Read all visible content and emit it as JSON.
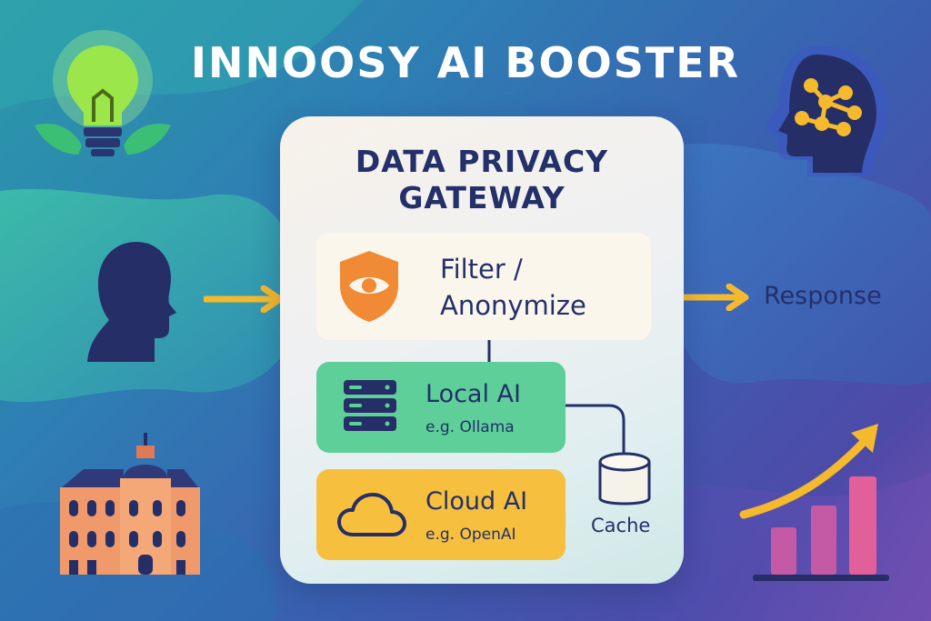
{
  "title": "INNOOSY AI BOOSTER",
  "gateway": {
    "title_line1": "DATA PRIVACY",
    "title_line2": "GATEWAY"
  },
  "filter": {
    "line1": "Filter /",
    "line2": "Anonymize",
    "icon": "shield-eye-icon"
  },
  "local_ai": {
    "name": "Local AI",
    "example": "e.g. Ollama",
    "icon": "server-icon"
  },
  "cloud_ai": {
    "name": "Cloud AI",
    "example": "e.g. OpenAI",
    "icon": "cloud-icon"
  },
  "cache": {
    "label": "Cache",
    "icon": "database-icon"
  },
  "response": {
    "label": "Response"
  },
  "decorations": [
    "lightbulb-icon",
    "brain-head-icon",
    "user-icon",
    "building-icon",
    "growth-chart-icon"
  ],
  "colors": {
    "navy": "#23306a",
    "arrow": "#f5b92e",
    "local": "#5ecf98",
    "cloud": "#f6bf3d",
    "shield": "#f08a35"
  }
}
